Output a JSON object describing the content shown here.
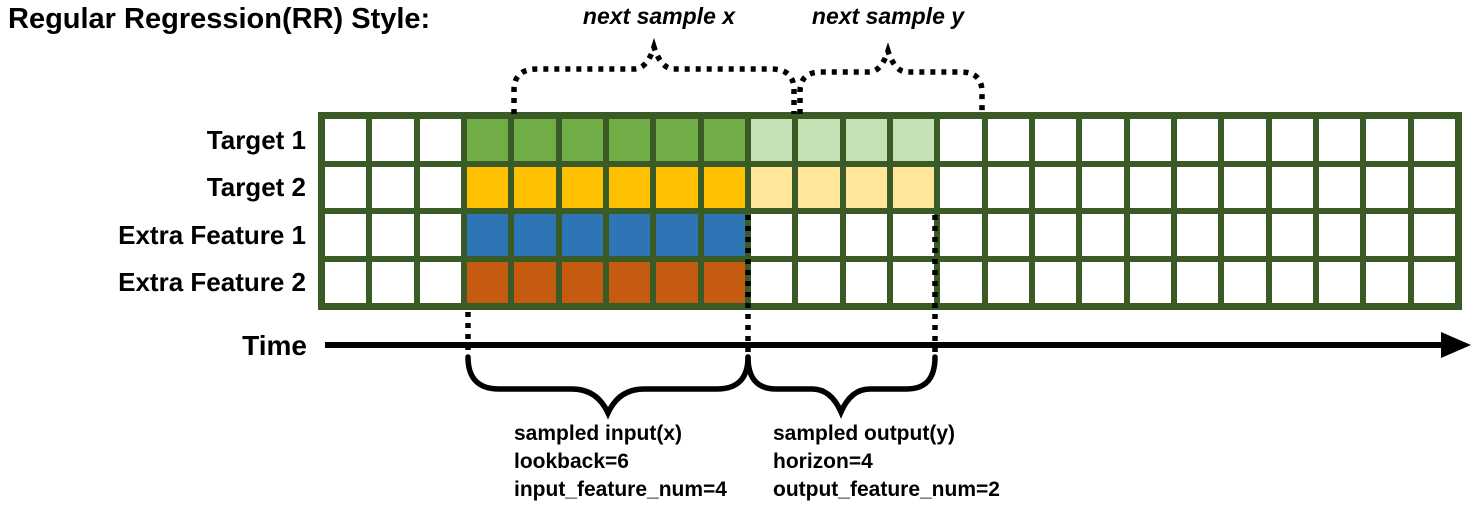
{
  "title": "Regular Regression(RR) Style:",
  "colors": {
    "grid_line": "#3A5A26",
    "target1_input": "#70AD47",
    "target1_output": "#C5E0B4",
    "target2_input": "#FFC000",
    "target2_output": "#FFE699",
    "feature1_input": "#2E75B6",
    "feature2_input": "#C55A11",
    "blank_cell": "#FFFFFF",
    "ink": "#000000"
  },
  "grid": {
    "total_cols": 24,
    "rows_count": 4,
    "lead_blank_cols": 3,
    "lookback": 6,
    "horizon": 4
  },
  "rows": [
    {
      "label": "Target 1",
      "input_color": "#70AD47",
      "output_color": "#C5E0B4"
    },
    {
      "label": "Target 2",
      "input_color": "#FFC000",
      "output_color": "#FFE699"
    },
    {
      "label": "Extra Feature 1",
      "input_color": "#2E75B6",
      "output_color": null
    },
    {
      "label": "Extra Feature 2",
      "input_color": "#C55A11",
      "output_color": null
    }
  ],
  "annotations": {
    "next_sample_x": "next sample x",
    "next_sample_y": "next sample y",
    "time": "Time",
    "input_lines": [
      "sampled input(x)",
      "lookback=6",
      "input_feature_num=4"
    ],
    "output_lines": [
      "sampled output(y)",
      "horizon=4",
      "output_feature_num=2"
    ]
  }
}
